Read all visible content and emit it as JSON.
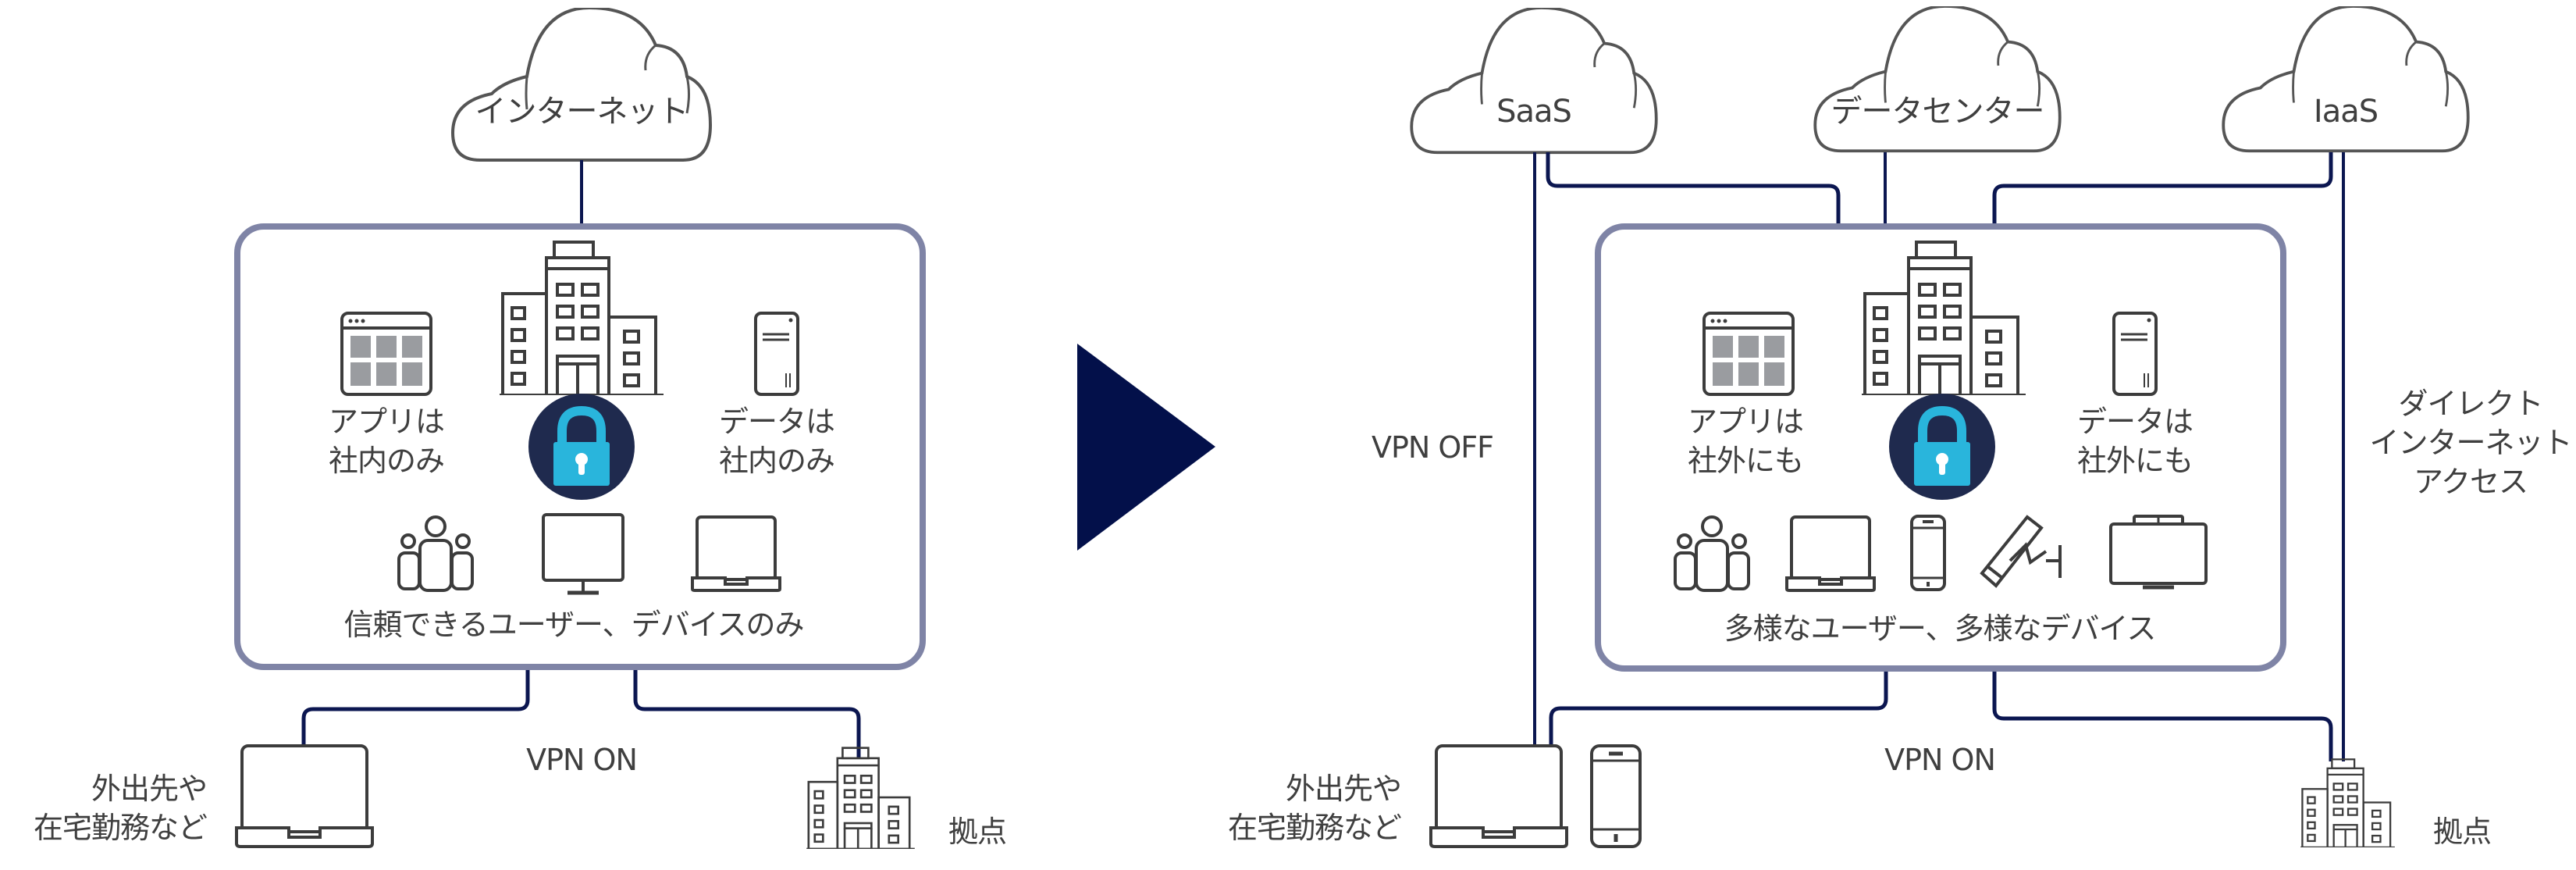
{
  "before": {
    "cloud": "インターネット",
    "app_label": [
      "アプリは",
      "社内のみ"
    ],
    "data_label": [
      "データは",
      "社内のみ"
    ],
    "users_label": "信頼できるユーザー、デバイスのみ",
    "vpn_label": "VPN ON",
    "remote_label": [
      "外出先や",
      "在宅勤務など"
    ],
    "branch_label": "拠点",
    "devices": [
      "users-icon",
      "desktop-monitor-icon",
      "laptop-icon"
    ]
  },
  "transition_arrow": "arrow-right-icon",
  "after": {
    "clouds": [
      "SaaS",
      "データセンター",
      "IaaS"
    ],
    "app_label": [
      "アプリは",
      "社外にも"
    ],
    "data_label": [
      "データは",
      "社外にも"
    ],
    "users_label": "多様なユーザー、多様なデバイス",
    "vpn_off_label": "VPN OFF",
    "vpn_on_label": "VPN ON",
    "dia_label": [
      "ダイレクト",
      "インターネット",
      "アクセス"
    ],
    "remote_label": [
      "外出先や",
      "在宅勤務など"
    ],
    "branch_label": "拠点",
    "devices": [
      "users-icon",
      "laptop-icon",
      "smartphone-icon",
      "camera-icon",
      "tv-display-icon"
    ]
  },
  "colors": {
    "line": "#0b1650",
    "box_border": "#7f84a6",
    "arrow": "#03104a",
    "lock_bg": "#1f2a4e",
    "lock": "#29b5dc",
    "icon_stroke": "#3c3c3c",
    "icon_fill": "#9a9ca0"
  }
}
